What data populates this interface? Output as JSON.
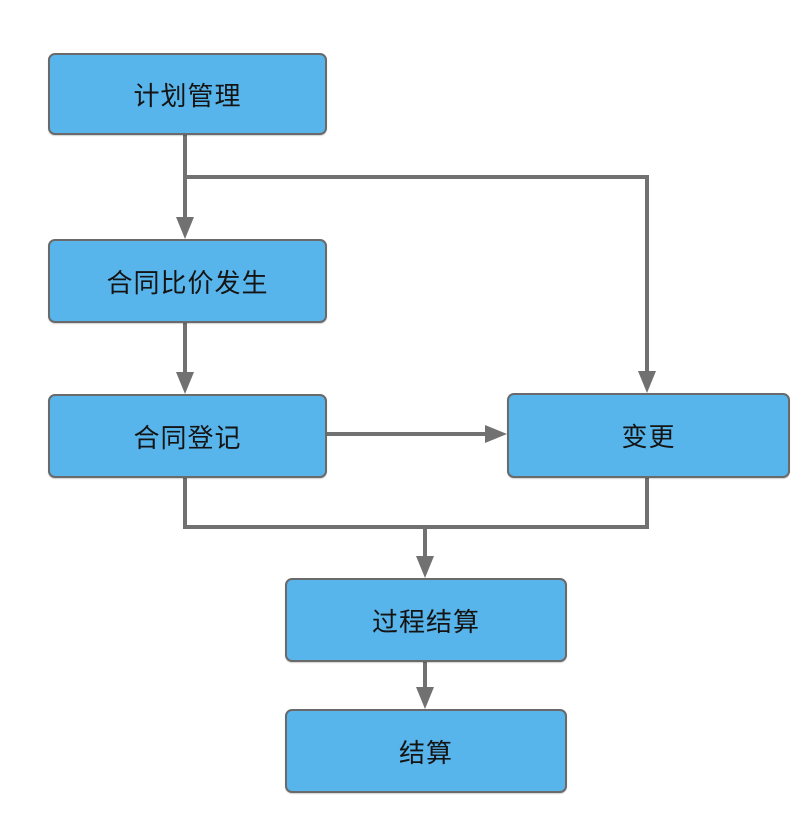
{
  "diagram": {
    "title": "contract-management-flowchart",
    "colors": {
      "node_fill": "#58b5eb",
      "node_border": "#6a6a6a",
      "edge_color": "#717171",
      "text_color": "#141414",
      "background": "#ffffff"
    },
    "nodes": [
      {
        "id": "plan-management",
        "label": "计划管理"
      },
      {
        "id": "contract-price-comparison",
        "label": "合同比价发生"
      },
      {
        "id": "contract-registration",
        "label": "合同登记"
      },
      {
        "id": "change",
        "label": "变更"
      },
      {
        "id": "process-settlement",
        "label": "过程结算"
      },
      {
        "id": "settlement",
        "label": "结算"
      }
    ],
    "edges": [
      {
        "from": "计划管理",
        "to": "合同比价发生"
      },
      {
        "from": "计划管理",
        "to": "变更"
      },
      {
        "from": "合同比价发生",
        "to": "合同登记"
      },
      {
        "from": "合同登记",
        "to": "变更"
      },
      {
        "from": "合同登记",
        "to": "过程结算"
      },
      {
        "from": "变更",
        "to": "过程结算"
      },
      {
        "from": "过程结算",
        "to": "结算"
      }
    ]
  }
}
